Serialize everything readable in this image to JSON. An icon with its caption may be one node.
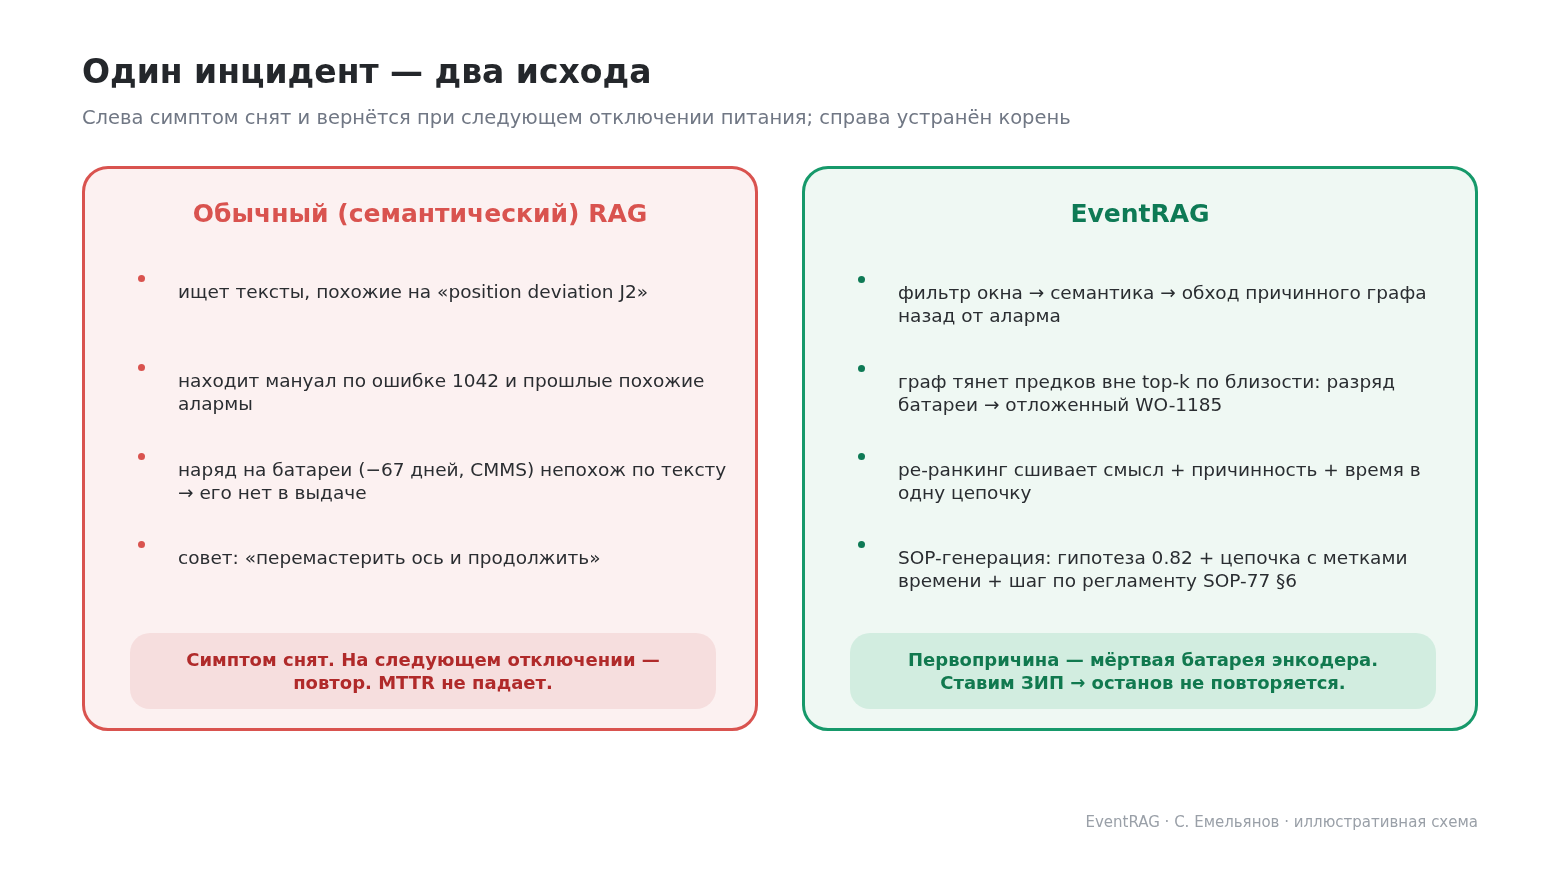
{
  "diagram": {
    "title": "Один инцидент — два исхода",
    "caption": "Слева симптом снят и вернётся при следующем отключении питания; справа устранён корень",
    "nodes": [
      {
        "text": [
          "Обычный (семантический) RAG",
          "ищет тексты, похожие на «position deviation J2»",
          "находит мануал по ошибке 1042 и прошлые похожие алармы",
          "наряд на батареи (−67 дней, CMMS) непохож по тексту → его нет в выдаче",
          "совет: «перемастерить ось и продолжить»"
        ]
      },
      {
        "text": [
          "Симптом снят. На следующем отключении — повтор. MTTR не падает."
        ],
        "in": 0
      },
      {
        "text": [
          "EventRAG",
          "фильтр окна → семантика → обход причинного графа назад от аларма",
          "граф тянет предков вне top-k по близости: разряд батареи → отложенный WO-1185",
          "ре-ранкинг сшивает смысл + причинность + время в одну цепочку",
          "SOP-генерация: гипотеза 0.82 + цепочка с метками времени + шаг по регламенту SOP-77 §6"
        ]
      },
      {
        "text": [
          "Первопричина — мёртвая батарея энкодера. Ставим ЗИП → останов не повторяется."
        ],
        "in": 2
      }
    ],
    "edges": [],
    "labels": [
      "EventRAG · С. Емельянов · иллюстративная схема"
    ]
  }
}
